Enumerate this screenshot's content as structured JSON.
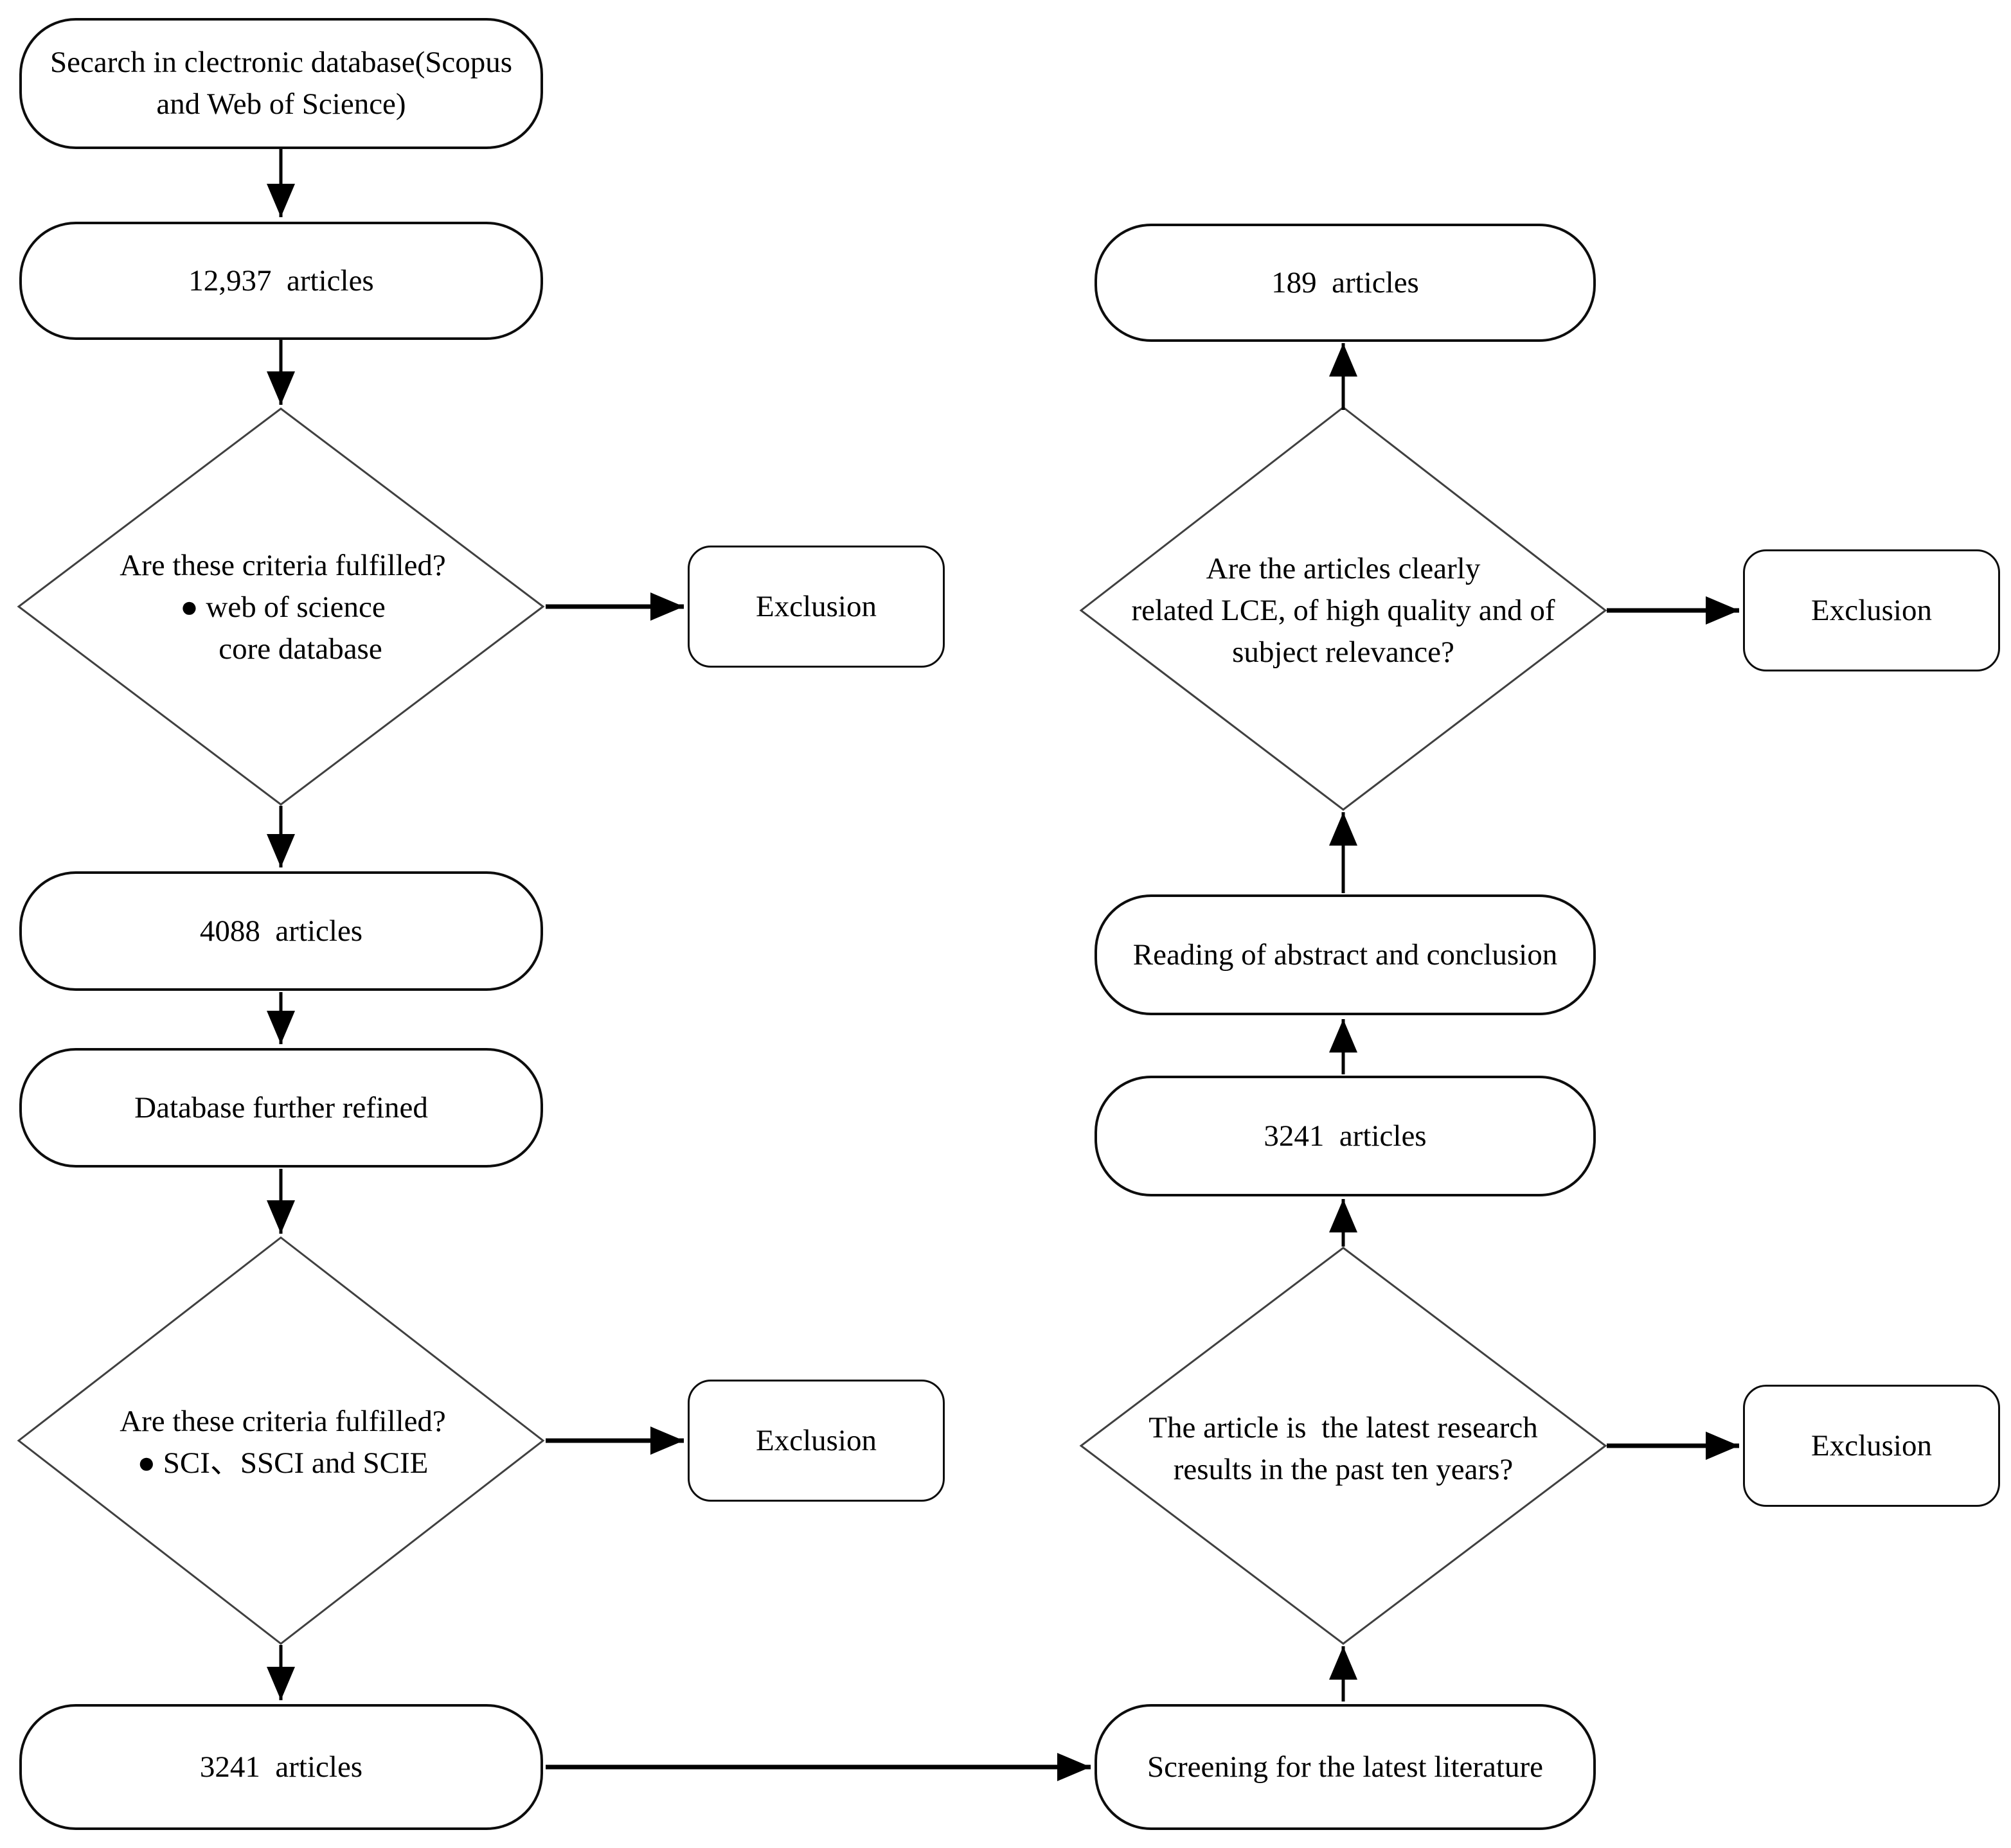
{
  "figure": {
    "type": "flowchart",
    "description": "Literature screening flow diagram"
  },
  "colors": {
    "background": "#ffffff",
    "box_border": "#0d0d0d",
    "diamond_border": "#404040",
    "arrow": "#000000",
    "text": "#000000"
  },
  "nodes": {
    "search_db": {
      "label": "Secarch in clectronic database(Scopus\nand Web of Science)"
    },
    "articles_12937": {
      "label": "12,937  articles"
    },
    "criteria_wos": {
      "question": "Are these criteria fulfilled?",
      "bullet": "● web of science\ncore database"
    },
    "exclusion_wos": {
      "label": "Exclusion"
    },
    "articles_4088": {
      "label": "4088  articles"
    },
    "db_refined": {
      "label": "Database further refined"
    },
    "criteria_sci": {
      "question": "Are these criteria fulfilled?",
      "bullet": "● SCI、SSCI and SCIE"
    },
    "exclusion_sci": {
      "label": "Exclusion"
    },
    "articles_3241_left": {
      "label": "3241  articles"
    },
    "screening_latest": {
      "label": "Screening for the latest literature"
    },
    "latest_research_q": {
      "label": "The article is  the latest research\nresults in the past ten years?"
    },
    "exclusion_latest": {
      "label": "Exclusion"
    },
    "articles_3241_right": {
      "label": "3241  articles"
    },
    "reading_abstract": {
      "label": "Reading of abstract and conclusion"
    },
    "lce_quality_q": {
      "label": "Are the articles clearly\nrelated LCE, of high quality and of\nsubject relevance?"
    },
    "exclusion_lce": {
      "label": "Exclusion"
    },
    "articles_189": {
      "label": "189  articles"
    }
  }
}
